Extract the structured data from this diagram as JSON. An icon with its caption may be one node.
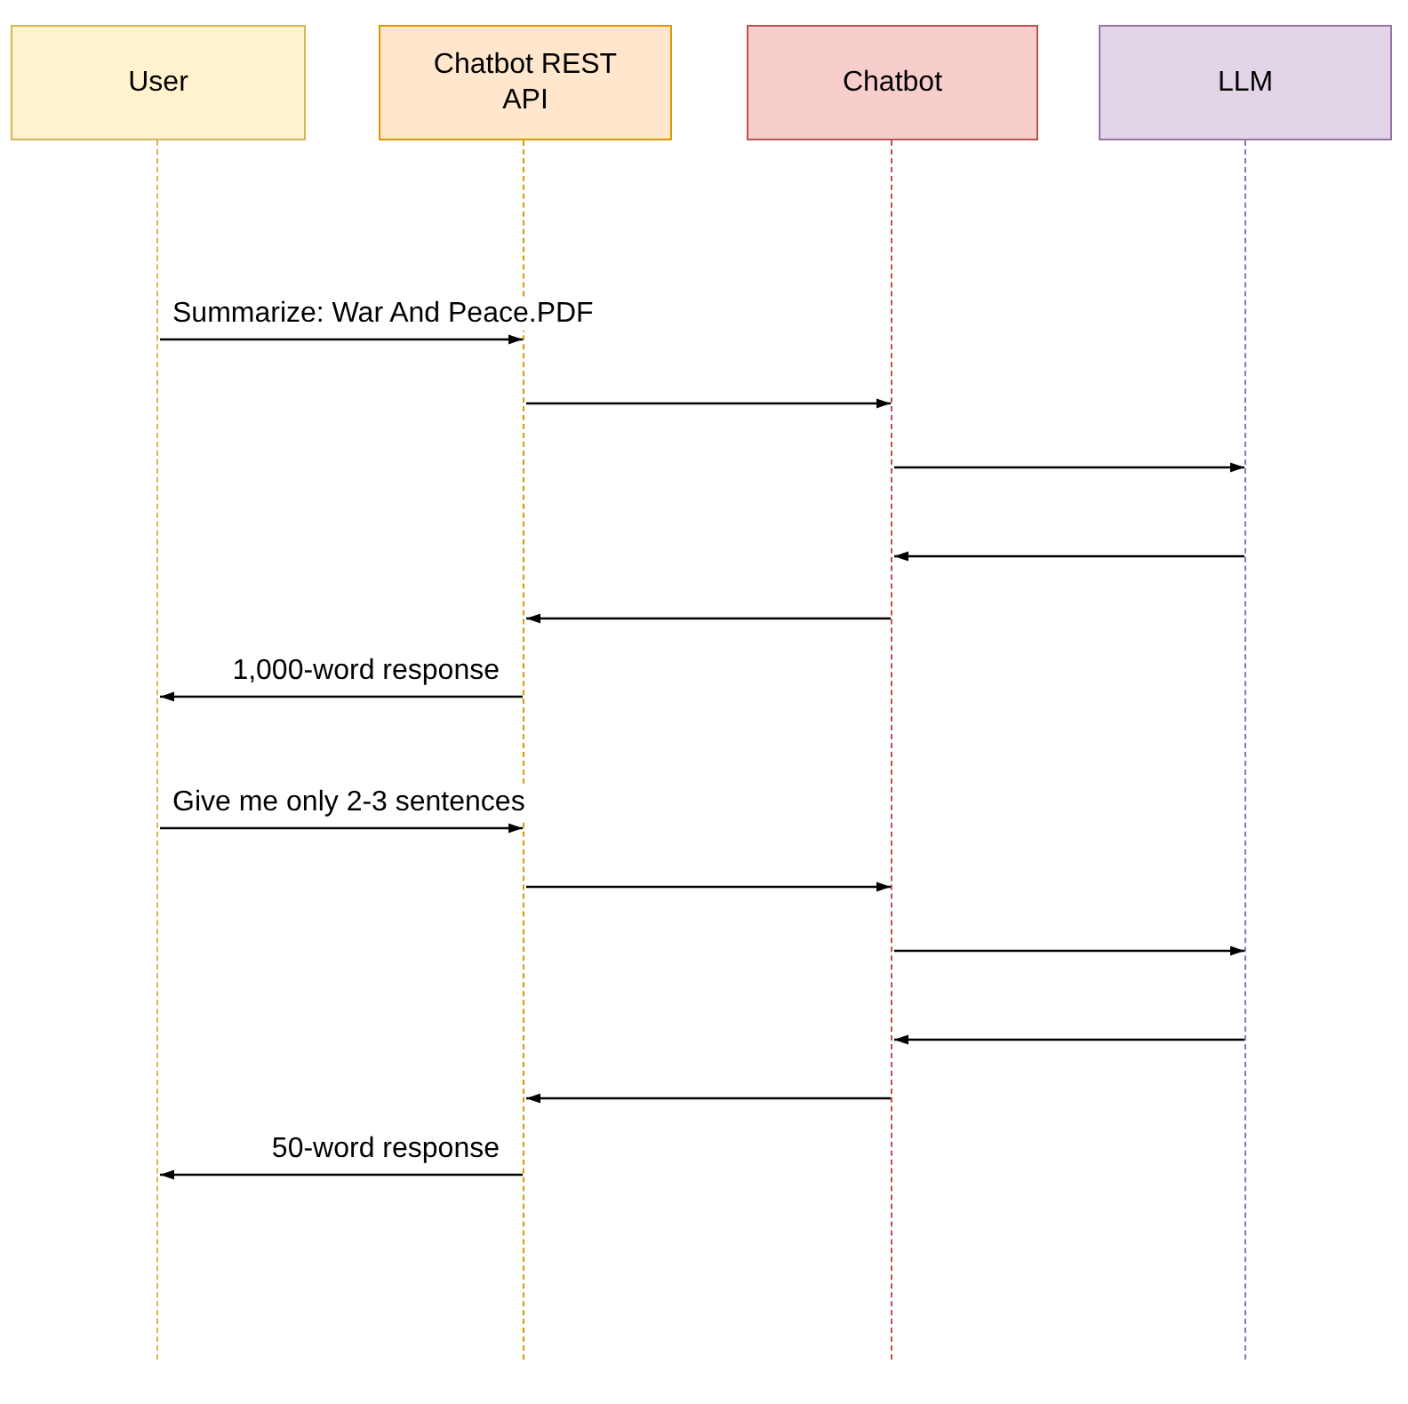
{
  "diagram": {
    "nodes": [
      {
        "text": [
          "User"
        ]
      },
      {
        "text": [
          "Chatbot REST API"
        ]
      },
      {
        "text": [
          "Chatbot"
        ]
      },
      {
        "text": [
          "LLM"
        ]
      },
      {
        "text": [],
        "shape": "line"
      },
      {
        "text": [],
        "shape": "line"
      },
      {
        "text": [],
        "shape": "line"
      },
      {
        "text": [],
        "shape": "line"
      }
    ],
    "edges": [
      {
        "from": 4,
        "to": 5,
        "arrow": "to",
        "label": "Summarize: War And Peace.PDF"
      },
      {
        "from": 5,
        "to": 6,
        "arrow": "to"
      },
      {
        "from": 6,
        "to": 7,
        "arrow": "to"
      },
      {
        "from": 7,
        "to": 6,
        "arrow": "to"
      },
      {
        "from": 6,
        "to": 5,
        "arrow": "to"
      },
      {
        "from": 5,
        "to": 4,
        "arrow": "to",
        "label": "1,000-word response"
      },
      {
        "from": 4,
        "to": 5,
        "arrow": "to",
        "label": "Give me only 2-3 sentences"
      },
      {
        "from": 5,
        "to": 6,
        "arrow": "to"
      },
      {
        "from": 6,
        "to": 7,
        "arrow": "to"
      },
      {
        "from": 7,
        "to": 6,
        "arrow": "to"
      },
      {
        "from": 6,
        "to": 5,
        "arrow": "to"
      },
      {
        "from": 5,
        "to": 4,
        "arrow": "to",
        "label": "50-word response"
      }
    ]
  }
}
